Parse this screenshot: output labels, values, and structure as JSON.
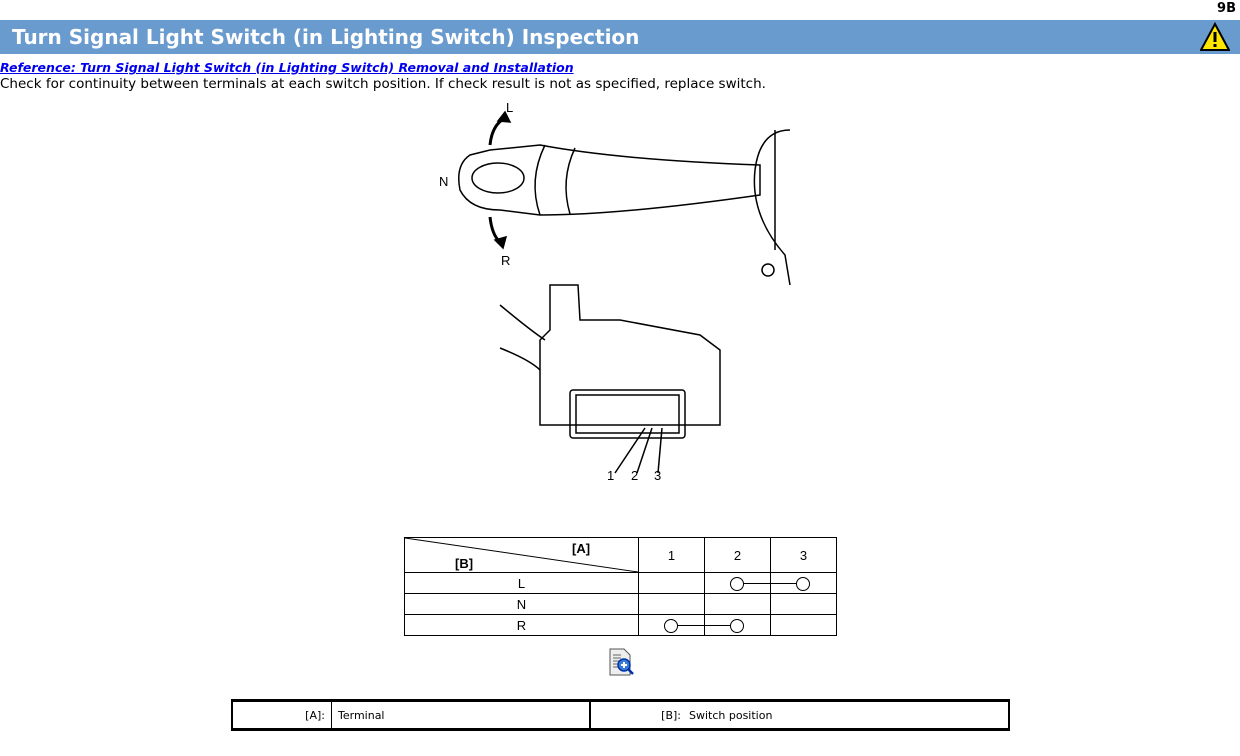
{
  "page_code": "9B",
  "title": "Turn Signal Light Switch (in Lighting Switch) Inspection",
  "reference_link": "Reference: Turn Signal Light Switch (in Lighting Switch) Removal and Installation",
  "instruction": "Check for continuity between terminals at each switch position. If check result is not as specified, replace switch.",
  "illustration": {
    "pos_L": "L",
    "pos_N": "N",
    "pos_R": "R",
    "term1": "1",
    "term2": "2",
    "term3": "3"
  },
  "table": {
    "corner_a": "[A]",
    "corner_b": "[B]",
    "columns": [
      "1",
      "2",
      "3"
    ],
    "rows": [
      {
        "label": "L",
        "continuity": [
          2,
          3
        ]
      },
      {
        "label": "N",
        "continuity": []
      },
      {
        "label": "R",
        "continuity": [
          1,
          2
        ]
      }
    ]
  },
  "legend": [
    {
      "key": "[A]:",
      "value": "Terminal"
    },
    {
      "key": "[B]:",
      "value": "Switch position"
    }
  ]
}
